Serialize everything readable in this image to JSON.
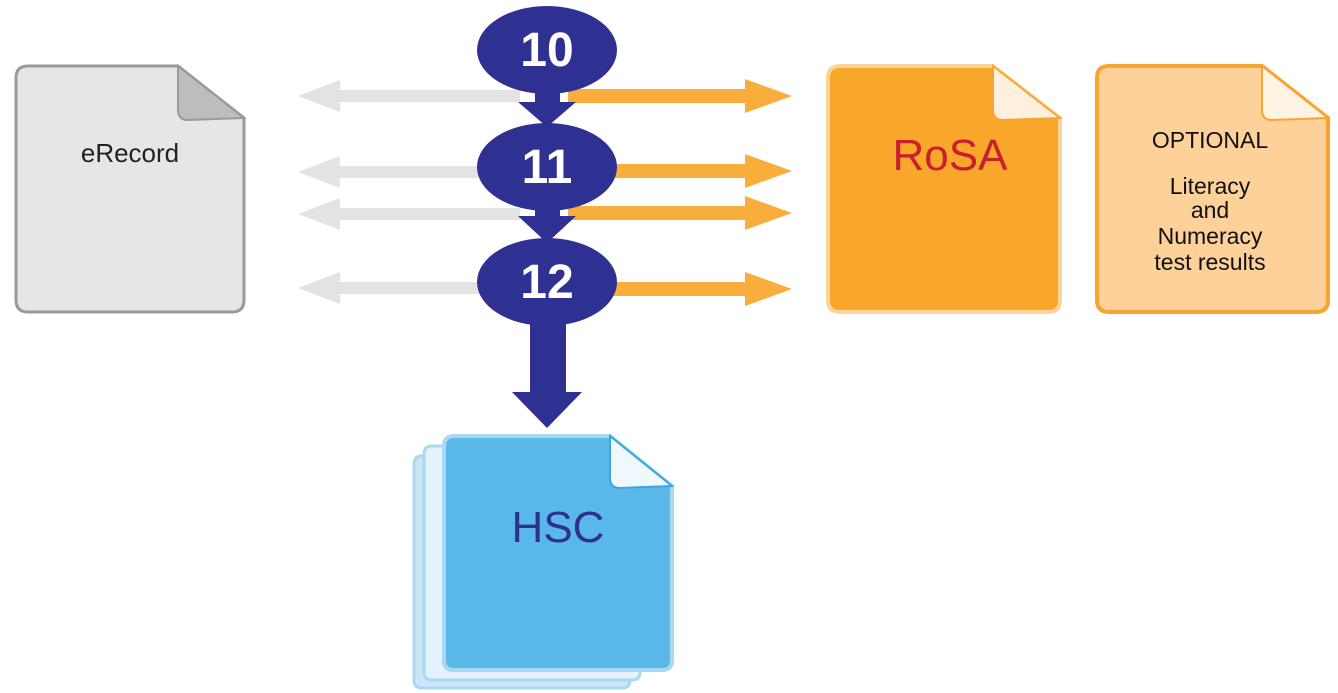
{
  "documents": {
    "erecord": {
      "label": "eRecord",
      "fill": "#e6e6e6",
      "stroke": "#9a9a9a"
    },
    "rosa": {
      "label": "RoSA",
      "fill": "#f9a72b",
      "stroke": "#f7a532",
      "text_color": "#c8202f"
    },
    "optional": {
      "heading": "OPTIONAL",
      "lines": [
        "Literacy",
        "and",
        "Numeracy",
        "test results"
      ],
      "fill": "#fdd199",
      "stroke": "#f7a532"
    },
    "hsc": {
      "label": "HSC",
      "fill": "#5ab8e8",
      "stroke": "#a8d8f2",
      "text_color": "#2e3192"
    }
  },
  "years": [
    "10",
    "11",
    "12"
  ],
  "colors": {
    "timeline": "#2e3192",
    "arrow_left": "#e3e3e3",
    "arrow_right": "#f9ae3b"
  }
}
